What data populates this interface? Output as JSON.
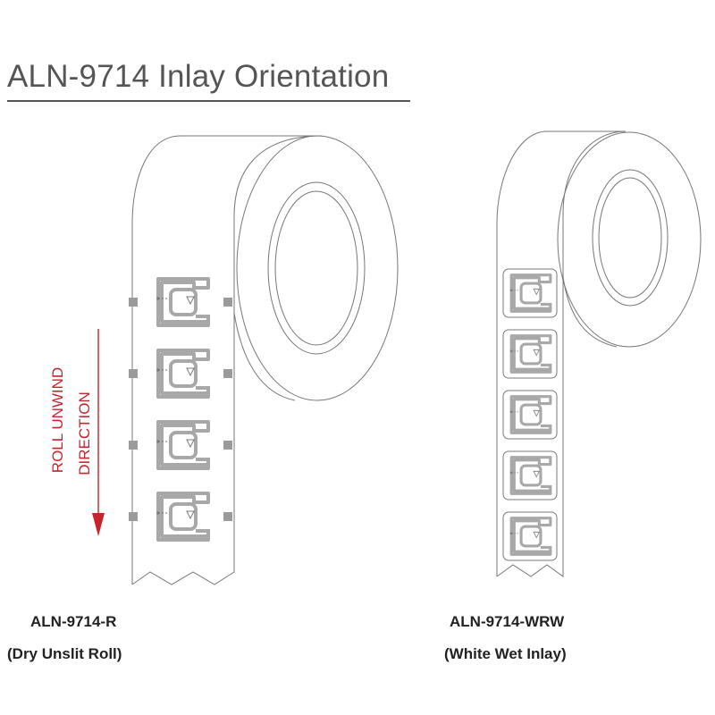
{
  "title": "ALN-9714 Inlay Orientation",
  "direction_label": {
    "line1": "ROLL UNWIND",
    "line2": "DIRECTION",
    "color": "#c8242b"
  },
  "rolls": [
    {
      "name": "ALN-9714-R",
      "subtitle": "(Dry Unslit Roll)",
      "inlay_count": 4
    },
    {
      "name": "ALN-9714-WRW",
      "subtitle": "(White Wet Inlay)",
      "inlay_count": 5
    }
  ],
  "colors": {
    "outline": "#777777",
    "antenna": "#a8a8a8",
    "marker": "#9a9a9a",
    "text": "#222222"
  }
}
